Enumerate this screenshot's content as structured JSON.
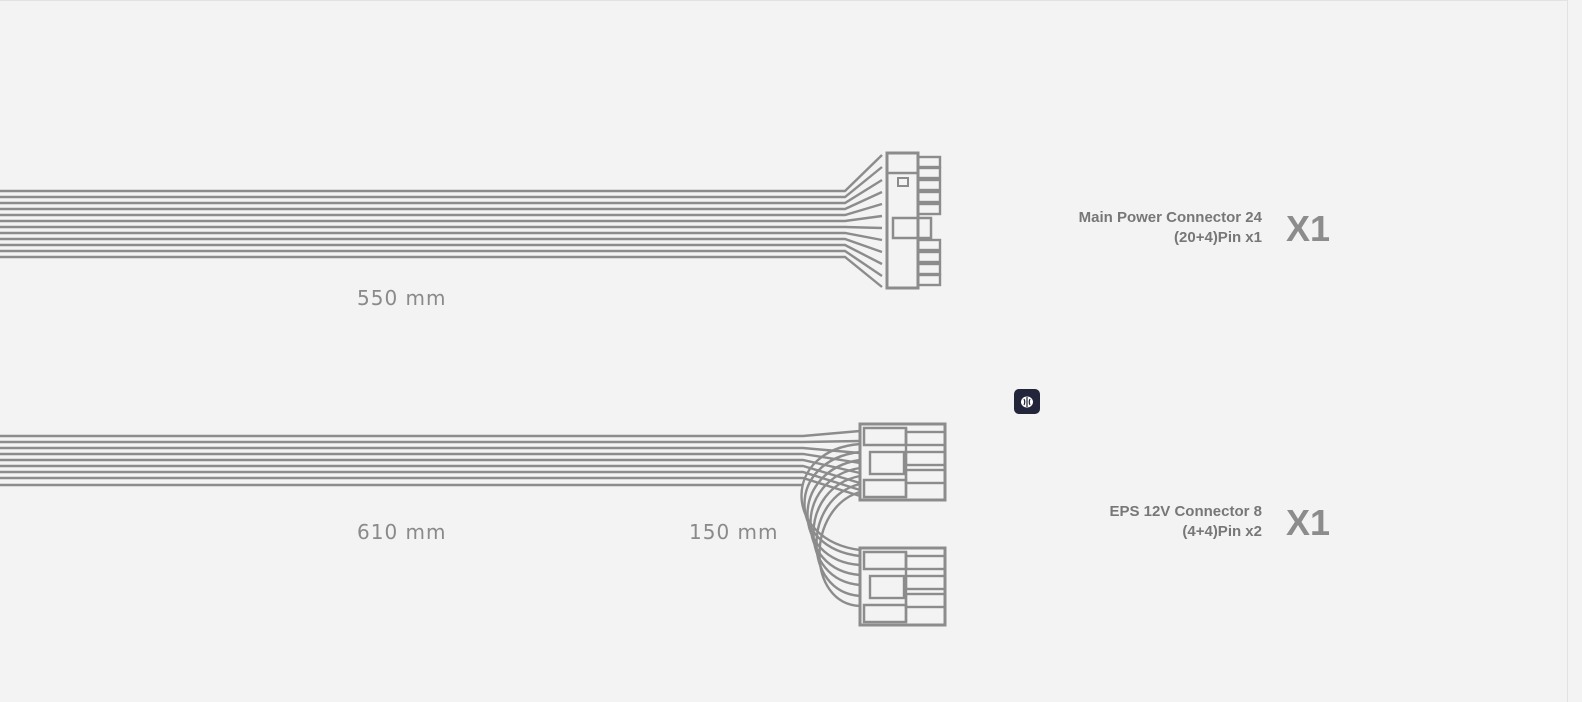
{
  "cables": [
    {
      "name_line1": "Main Power Connector 24",
      "name_line2": "(20+4)Pin x1",
      "quantity": "X1",
      "lengths": [
        "550 mm"
      ]
    },
    {
      "name_line1": "EPS 12V Connector 8",
      "name_line2": "(4+4)Pin x2",
      "quantity": "X1",
      "lengths": [
        "610 mm",
        "150 mm"
      ]
    }
  ],
  "icons": {
    "badge": "brain-icon"
  },
  "colors": {
    "background": "#f3f3f3",
    "line": "#8c8c8c",
    "badge": "#23253a"
  }
}
